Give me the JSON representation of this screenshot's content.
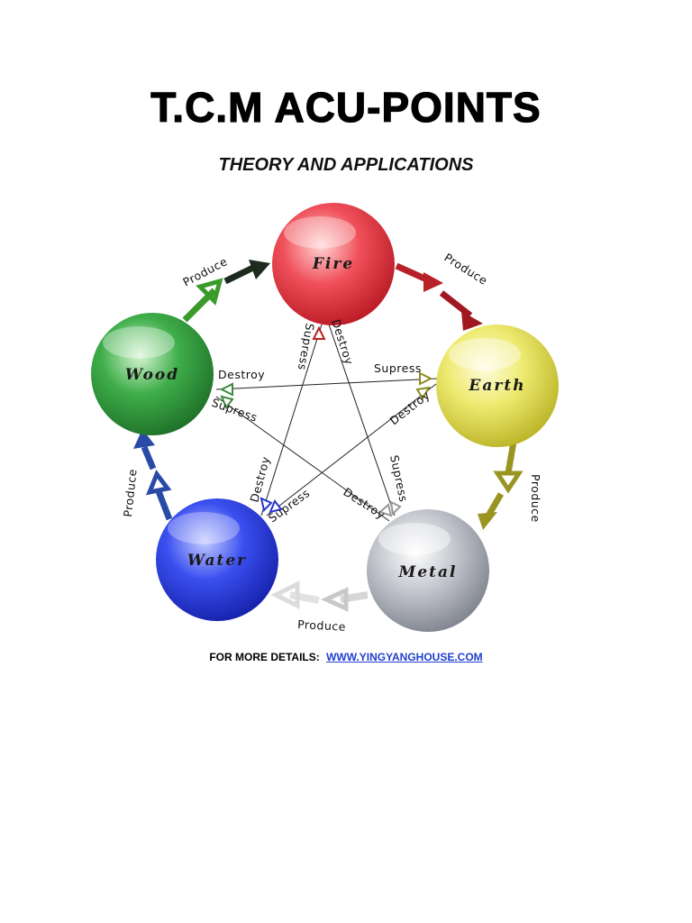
{
  "header": {
    "title": "T.C.M ACU-POINTS",
    "subtitle": "THEORY AND APPLICATIONS"
  },
  "diagram": {
    "elements": {
      "fire": {
        "label": "Fire",
        "color": "#e8323c"
      },
      "earth": {
        "label": "Earth",
        "color": "#e6e04a"
      },
      "metal": {
        "label": "Metal",
        "color": "#a8adb8"
      },
      "water": {
        "label": "Water",
        "color": "#2438e0"
      },
      "wood": {
        "label": "Wood",
        "color": "#2f9a3c"
      }
    },
    "cycle_labels": {
      "produce": "Produce",
      "destroy": "Destroy",
      "supress": "Supress"
    }
  },
  "footer": {
    "label": "FOR MORE DETAILS:",
    "link": "WWW.YINGYANGHOUSE.COM"
  }
}
